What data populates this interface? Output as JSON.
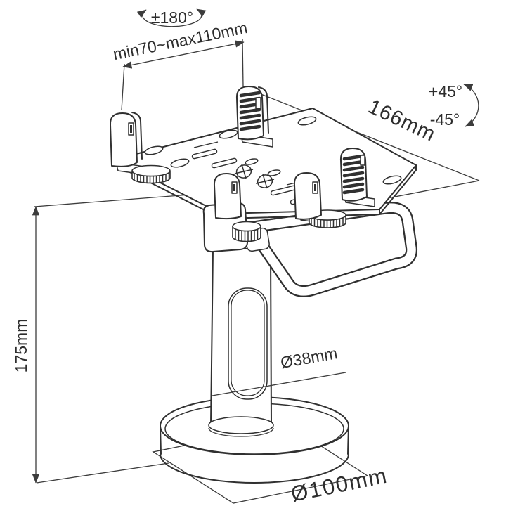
{
  "drawing": {
    "description": "Technical dimension drawing of payment terminal swivel stand",
    "colors": {
      "line": "#303030",
      "dimension_line": "#3c3c3c",
      "background": "#ffffff",
      "text": "#2d2d2d"
    }
  },
  "annotations": {
    "rotation_range": "±180°",
    "clamp_width_range": "min70~max110mm",
    "tilt_up": "+45°",
    "tilt_down": "-45°",
    "plate_length": "166mm",
    "stand_height": "175mm",
    "pole_diameter": "Ø38mm",
    "base_diameter": "Ø100mm"
  }
}
